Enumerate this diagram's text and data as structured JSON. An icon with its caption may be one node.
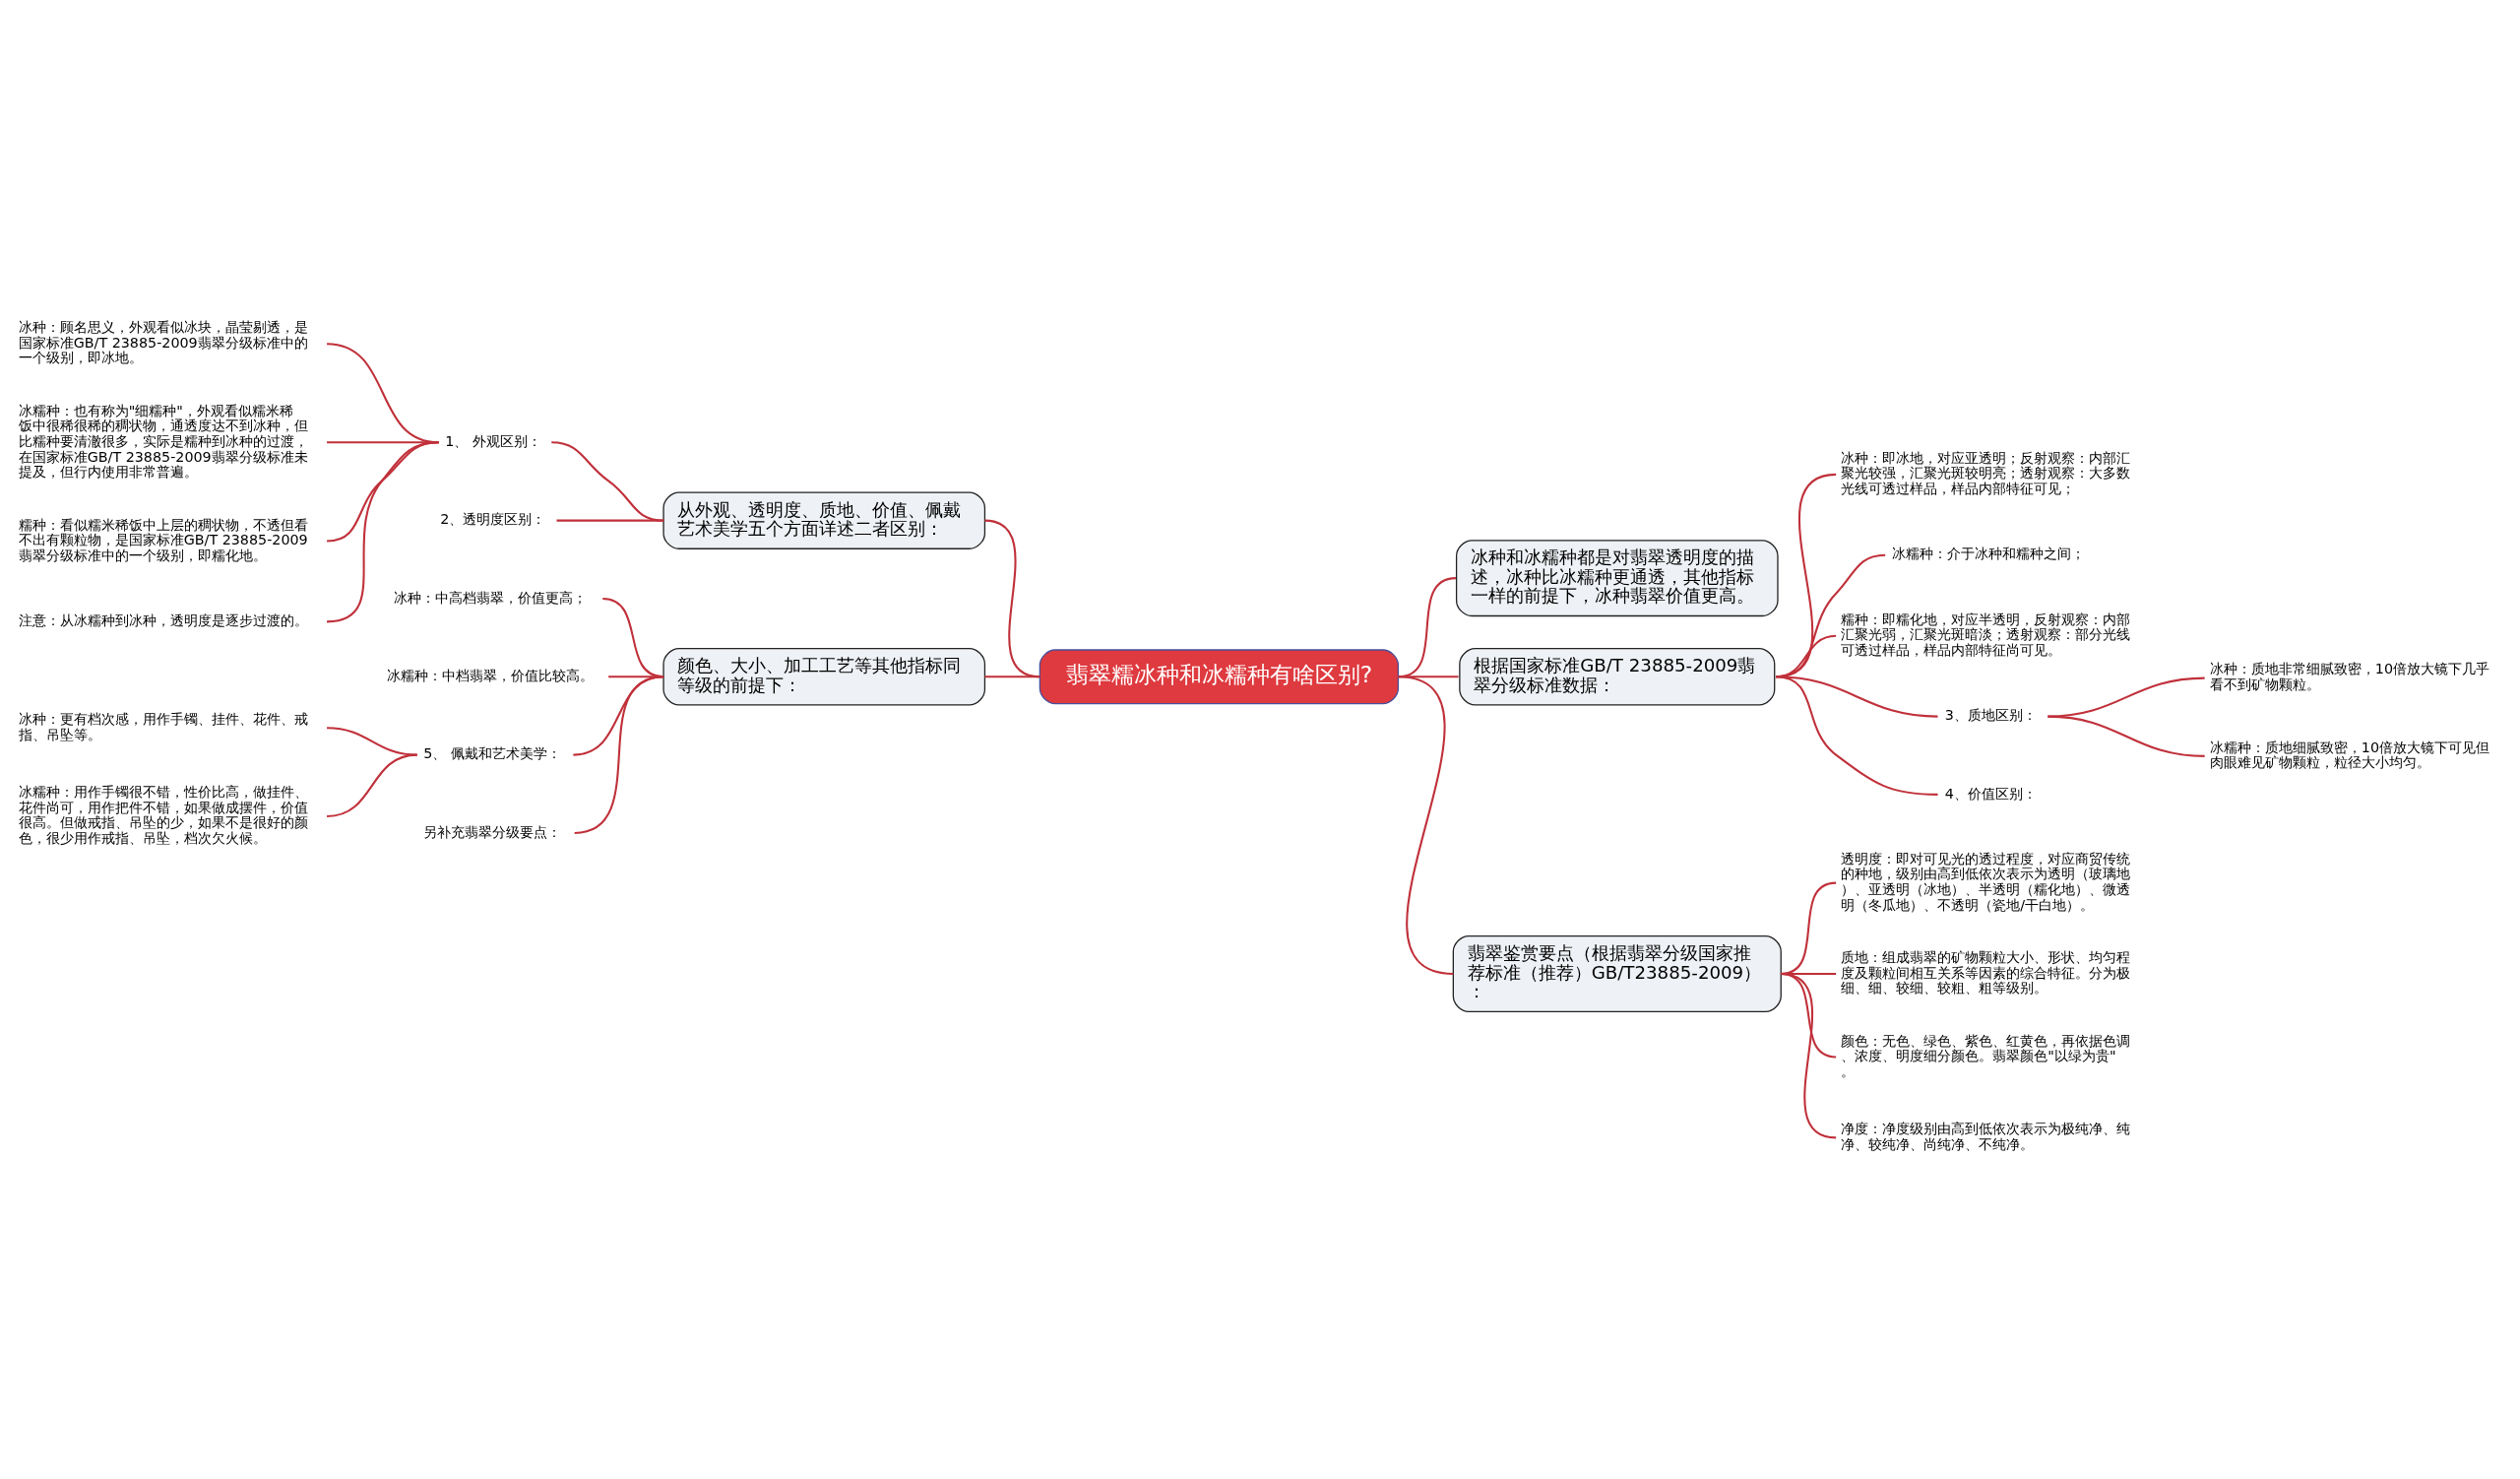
{
  "diagram": {
    "nodes": [
      {
        "text": [
          "翡翠糯冰种和冰糯种有啥区别?"
        ]
      },
      {
        "text": [
          "冰种和冰糯种都是对翡翠透明度的描述，冰种比冰糯种更通透，其他指标一样的前提下，冰种翡翠价值更高。"
        ]
      },
      {
        "text": [
          "根据国家标准GB/T 23885-2009翡翠分级标准数据："
        ]
      },
      {
        "text": [
          "冰种：即冰地，对应亚透明；反射观察：内部汇聚光较强，汇聚光斑较明亮；透射观察：大多数光线可透过样品，样品内部特征可见；"
        ]
      },
      {
        "text": [
          "冰糯种：介于冰种和糯种之间；"
        ]
      },
      {
        "text": [
          "糯种：即糯化地，对应半透明，反射观察：内部汇聚光弱，汇聚光斑暗淡；透射观察：部分光线可透过样品，样品内部特征尚可见。"
        ]
      },
      {
        "text": [
          "3、质地区别："
        ]
      },
      {
        "text": [
          "冰种：质地非常细腻致密，10倍放大镜下几乎看不到矿物颗粒。"
        ]
      },
      {
        "text": [
          "冰糯种：质地细腻致密，10倍放大镜下可见但肉眼难见矿物颗粒，粒径大小均匀。"
        ]
      },
      {
        "text": [
          "4、价值区别："
        ]
      },
      {
        "text": [
          "翡翠鉴赏要点（根据翡翠分级国家推荐标准（推荐）GB/T23885-2009）："
        ]
      },
      {
        "text": [
          "透明度：即对可见光的透过程度，对应商贸传统的种地，级别由高到低依次表示为透明（玻璃地）、亚透明（冰地）、半透明（糯化地）、微透明（冬瓜地）、不透明（瓷地/干白地）。"
        ]
      },
      {
        "text": [
          "质地：组成翡翠的矿物颗粒大小、形状、均匀程度及颗粒间相互关系等因素的综合特征。分为极细、细、较细、较粗、粗等级别。"
        ]
      },
      {
        "text": [
          "颜色：无色、绿色、紫色、红黄色，再依据色调、浓度、明度细分颜色。翡翠颜色\"以绿为贵\"。"
        ]
      },
      {
        "text": [
          "净度：净度级别由高到低依次表示为极纯净、纯净、较纯净、尚纯净、不纯净。"
        ]
      },
      {
        "text": [
          "从外观、透明度、质地、价值、佩戴艺术美学五个方面详述二者区别："
        ]
      },
      {
        "text": [
          "1、 外观区别："
        ]
      },
      {
        "text": [
          "冰种：顾名思义，外观看似冰块，晶莹剔透，是国家标准GB/T 23885-2009翡翠分级标准中的一个级别，即冰地。"
        ]
      },
      {
        "text": [
          "冰糯种：也有称为\"细糯种\"，外观看似糯米稀饭中很稀很稀的稠状物，通透度达不到冰种，但比糯种要清澈很多，实际是糯种到冰种的过渡，在国家标准GB/T 23885-2009翡翠分级标准未提及，但行内使用非常普遍。"
        ]
      },
      {
        "text": [
          "糯种：看似糯米稀饭中上层的稠状物，不透但看不出有颗粒物，是国家标准GB/T 23885-2009翡翠分级标准中的一个级别，即糯化地。"
        ]
      },
      {
        "text": [
          "注意：从冰糯种到冰种，透明度是逐步过渡的。"
        ]
      },
      {
        "text": [
          "2、透明度区别："
        ]
      },
      {
        "text": [
          "颜色、大小、加工工艺等其他指标同等级的前提下："
        ]
      },
      {
        "text": [
          "冰种：中高档翡翠，价值更高；"
        ]
      },
      {
        "text": [
          "冰糯种：中档翡翠，价值比较高。"
        ]
      },
      {
        "text": [
          "5、 佩戴和艺术美学："
        ]
      },
      {
        "text": [
          "冰种：更有档次感，用作手镯、挂件、花件、戒指、吊坠等。"
        ]
      },
      {
        "text": [
          "冰糯种：用作手镯很不错，性价比高，做挂件、花件尚可，用作把件不错，如果做成摆件，价值很高。但做戒指、吊坠的少，如果不是很好的颜色，很少用作戒指、吊坠，档次欠火候。"
        ]
      },
      {
        "text": [
          "另补充翡翠分级要点："
        ]
      }
    ],
    "edges": [
      {
        "from": 0,
        "to": 1,
        "arrow": "none"
      },
      {
        "from": 0,
        "to": 2,
        "arrow": "none"
      },
      {
        "from": 2,
        "to": 3,
        "arrow": "none"
      },
      {
        "from": 2,
        "to": 4,
        "arrow": "none"
      },
      {
        "from": 2,
        "to": 5,
        "arrow": "none"
      },
      {
        "from": 2,
        "to": 6,
        "arrow": "none"
      },
      {
        "from": 6,
        "to": 7,
        "arrow": "none"
      },
      {
        "from": 6,
        "to": 8,
        "arrow": "none"
      },
      {
        "from": 2,
        "to": 9,
        "arrow": "none"
      },
      {
        "from": 0,
        "to": 10,
        "arrow": "none"
      },
      {
        "from": 10,
        "to": 11,
        "arrow": "none"
      },
      {
        "from": 10,
        "to": 12,
        "arrow": "none"
      },
      {
        "from": 10,
        "to": 13,
        "arrow": "none"
      },
      {
        "from": 10,
        "to": 14,
        "arrow": "none"
      },
      {
        "from": 0,
        "to": 15,
        "arrow": "none"
      },
      {
        "from": 15,
        "to": 16,
        "arrow": "none"
      },
      {
        "from": 16,
        "to": 17,
        "arrow": "none"
      },
      {
        "from": 16,
        "to": 18,
        "arrow": "none"
      },
      {
        "from": 16,
        "to": 19,
        "arrow": "none"
      },
      {
        "from": 16,
        "to": 20,
        "arrow": "none"
      },
      {
        "from": 15,
        "to": 21,
        "arrow": "none"
      },
      {
        "from": 0,
        "to": 22,
        "arrow": "none"
      },
      {
        "from": 22,
        "to": 23,
        "arrow": "none"
      },
      {
        "from": 22,
        "to": 24,
        "arrow": "none"
      },
      {
        "from": 22,
        "to": 25,
        "arrow": "none"
      },
      {
        "from": 25,
        "to": 26,
        "arrow": "none"
      },
      {
        "from": 25,
        "to": 27,
        "arrow": "none"
      },
      {
        "from": 22,
        "to": 28,
        "arrow": "none"
      }
    ]
  }
}
